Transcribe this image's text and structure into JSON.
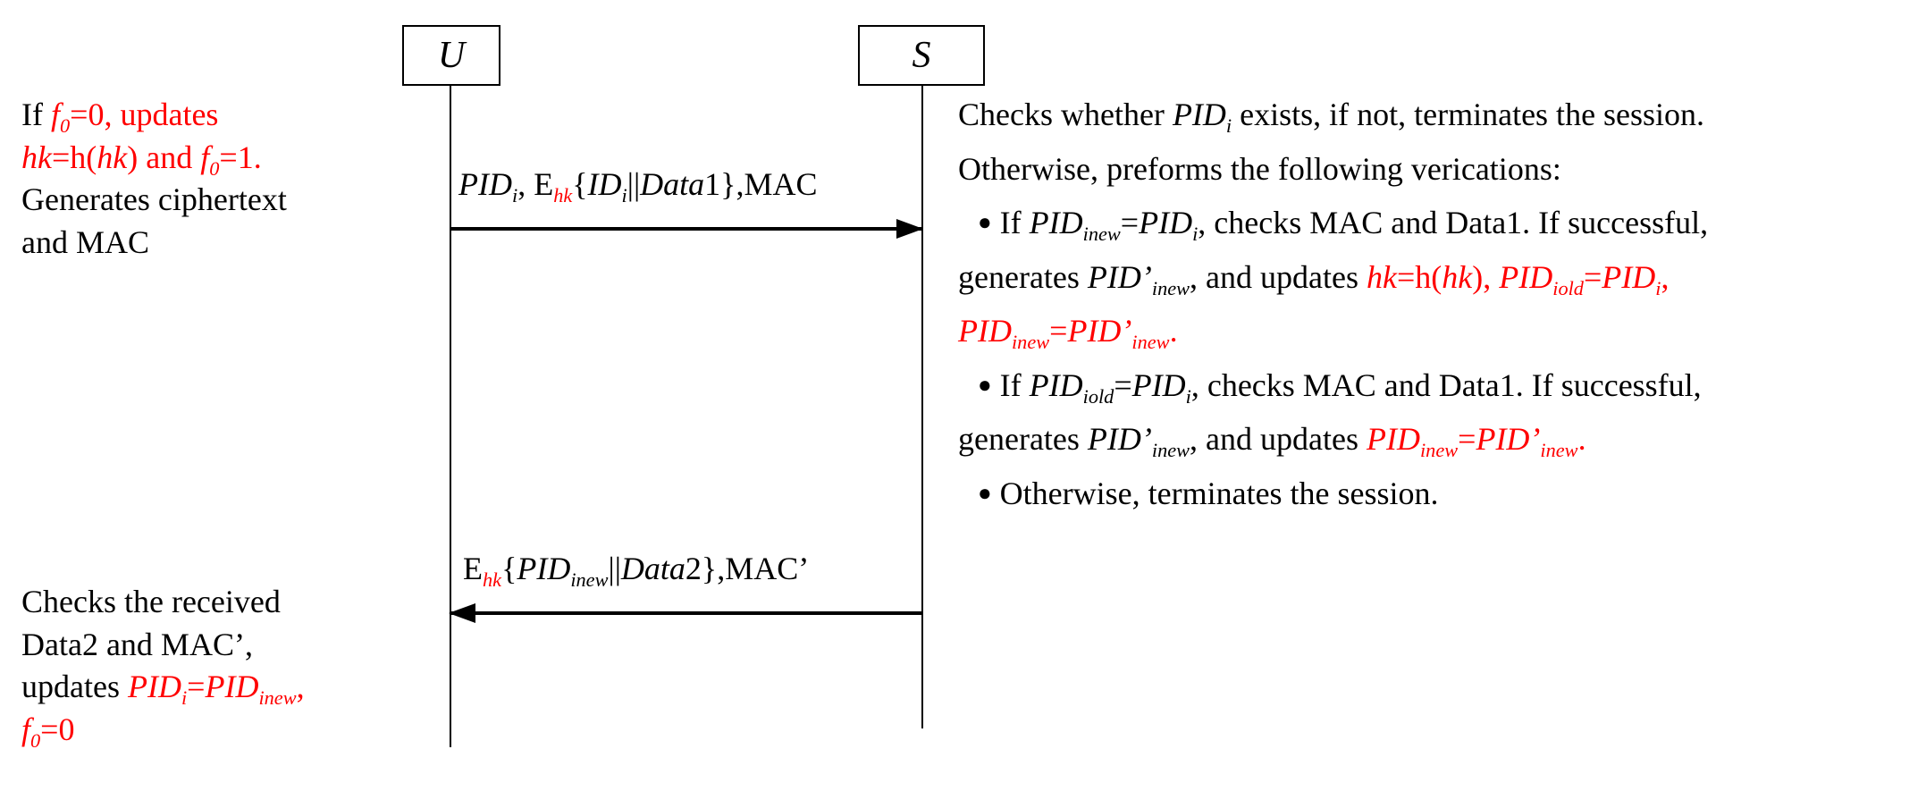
{
  "diagram": {
    "type": "protocol-sequence-diagram",
    "colors": {
      "accent_red": "#ff0000",
      "ink": "#000000",
      "background": "#ffffff"
    },
    "actors": [
      {
        "id": "user",
        "label": "U"
      },
      {
        "id": "server",
        "label": "S"
      }
    ],
    "messages": [
      {
        "id": "request",
        "direction": "right",
        "from": "user",
        "to": "server",
        "label_plain": "PIDi, Ehk{IDi||Data1},MAC",
        "parts": {
          "pid": "PID",
          "pid_sub": "i",
          "comma": ", ",
          "enc": "E",
          "enc_sub_red": "hk",
          "open_brace": "{",
          "id": "ID",
          "id_sub": "i",
          "concat": "||",
          "data": "Data",
          "data_num": "1",
          "close_brace": "}",
          "tail": ",MAC"
        }
      },
      {
        "id": "response",
        "direction": "left",
        "from": "server",
        "to": "user",
        "label_plain": "Ehk{PIDinew||Data2},MAC’",
        "parts": {
          "enc": "E",
          "enc_sub_red": "hk",
          "open_brace": "{",
          "pid": "PID",
          "pid_sub": "inew",
          "concat": "||",
          "data": "Data",
          "data_num": "2",
          "close_brace": "}",
          "tail": ",MAC’"
        }
      }
    ],
    "notes": {
      "user_top": {
        "line1": {
          "black_prefix": "If ",
          "red_f": "f",
          "red_f_sub": "0",
          "red_rest": "=0, updates"
        },
        "line2": {
          "red_hk": "hk",
          "red_eq": "=h(",
          "red_hk2": "hk",
          "red_close": ") and  ",
          "red_f": "f",
          "red_f_sub": "0",
          "red_tail": "=1."
        },
        "line3": "Generates ciphertext",
        "line4": "and MAC"
      },
      "user_bottom": {
        "line1": "Checks the received",
        "line2": "Data2 and MAC’,",
        "line3": {
          "black_prefix": "updates ",
          "red_pid1": "PID",
          "red_pid1_sub": "i",
          "red_eq": "=",
          "red_pid2": "PID",
          "red_pid2_sub": "inew",
          "red_comma": ","
        },
        "line4": {
          "red_f": "f",
          "red_f_sub": "0",
          "red_tail": "=0"
        }
      },
      "server": {
        "line1": {
          "prefix": "Checks whether ",
          "pid": "PID",
          "pid_sub": "i",
          "suffix": " exists,  if not, terminates the session."
        },
        "line2": "Otherwise, preforms the following verications:",
        "bullet1_line1": {
          "bullet": "●",
          "prefix": " If  ",
          "pid1": "PID",
          "pid1_sub": "inew",
          "eq": "=",
          "pid2": "PID",
          "pid2_sub": "i",
          "suffix": ", checks MAC and Data1. If successful,"
        },
        "bullet1_line2": {
          "prefix": "generates  ",
          "pid_prime": "PID’",
          "pid_prime_sub": "inew",
          "mid": ", and updates ",
          "red_hk": "hk",
          "red_hk_eq": "=h(",
          "red_hk2": "hk",
          "red_hk_close": "), ",
          "red_pid_old": "PID",
          "red_pid_old_sub": "iold",
          "red_eq": "=",
          "red_pid_i": "PID",
          "red_pid_i_sub": "i",
          "red_comma": ","
        },
        "bullet1_line3": {
          "red_pid_new": "PID",
          "red_pid_new_sub": "inew",
          "red_eq": "=",
          "red_pid_prime": "PID’",
          "red_pid_prime_sub": "inew",
          "red_period": "."
        },
        "bullet2_line1": {
          "bullet": "●",
          "prefix": " If  ",
          "pid1": "PID",
          "pid1_sub": "iold",
          "eq": "=",
          "pid2": "PID",
          "pid2_sub": "i",
          "suffix": ", checks MAC and Data1. If successful,"
        },
        "bullet2_line2": {
          "prefix": "generates ",
          "pid_prime": "PID’",
          "pid_prime_sub": "inew",
          "mid": ", and updates ",
          "red_pid_new": "PID",
          "red_pid_new_sub": "inew",
          "red_eq": "=",
          "red_pid_prime": "PID’",
          "red_pid_prime_sub": "inew",
          "red_period": "."
        },
        "bullet3": {
          "bullet": "●",
          "text": " Otherwise, terminates the session."
        }
      }
    }
  }
}
